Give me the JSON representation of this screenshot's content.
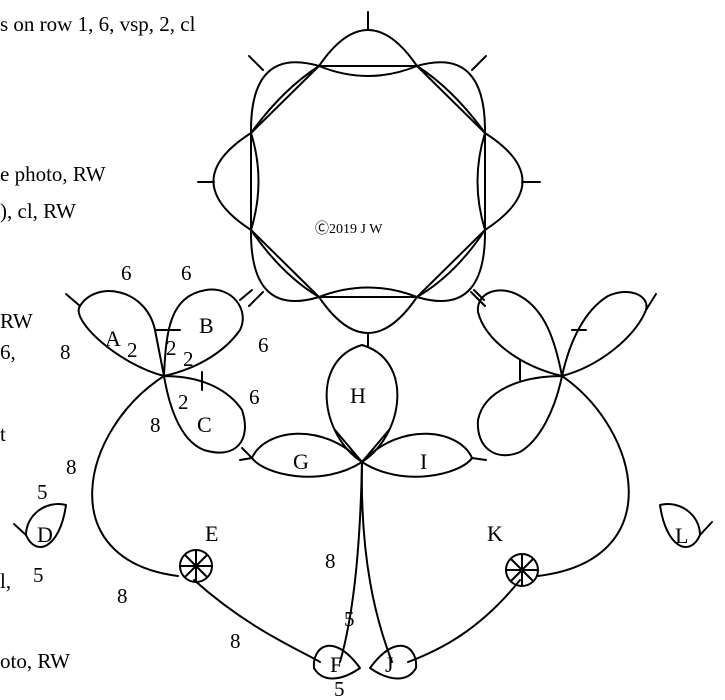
{
  "text_lines": [
    "s on row 1, 6, vsp, 2, cl",
    "e photo, RW",
    "), cl, RW",
    "RW",
    "6,",
    "t",
    "l,",
    "oto, RW"
  ],
  "copyright": "Ⓒ2019 J W",
  "labels": [
    "A",
    "B",
    "C",
    "D",
    "E",
    "F",
    "G",
    "H",
    "I",
    "J",
    "K",
    "L"
  ],
  "stitch_counts": {
    "a_top": "6",
    "a_left": "8",
    "a_in1": "2",
    "a_in2": "2",
    "b_top": "6",
    "b_in": "2",
    "b_right": "6",
    "c_in": "2",
    "c_right": "6",
    "c_left": "8",
    "d_top": "5",
    "d_bottom": "5",
    "chain_left_upper": "8",
    "chain_left_lower": "8",
    "chain_left_bottom": "8",
    "chain_center": "8",
    "f_top": "5",
    "f_bottom": "5"
  }
}
